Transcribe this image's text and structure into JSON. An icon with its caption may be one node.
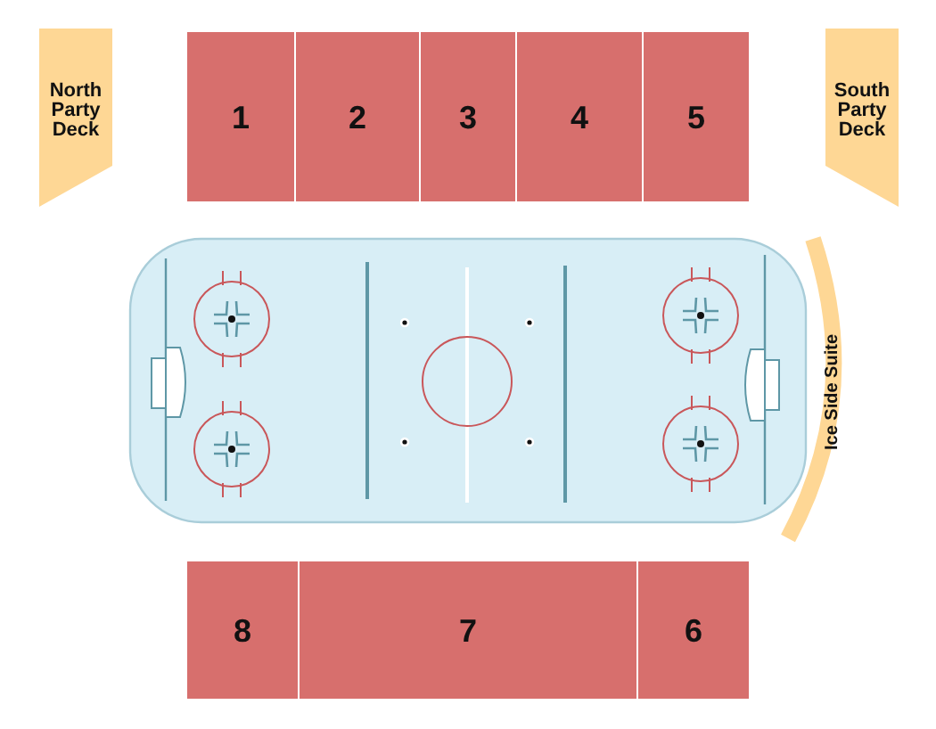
{
  "diagram": {
    "nodes": [
      {
        "text": [
          "North Party Deck"
        ]
      },
      {
        "text": [
          "1"
        ]
      },
      {
        "text": [
          "2"
        ]
      },
      {
        "text": [
          "3"
        ]
      },
      {
        "text": [
          "4"
        ]
      },
      {
        "text": [
          "5"
        ]
      },
      {
        "text": [
          "South Party Deck"
        ]
      },
      {
        "text": [
          "Ice Side Suite"
        ]
      },
      {
        "text": [
          "8"
        ]
      },
      {
        "text": [
          "7"
        ]
      },
      {
        "text": [
          "6"
        ]
      }
    ]
  }
}
